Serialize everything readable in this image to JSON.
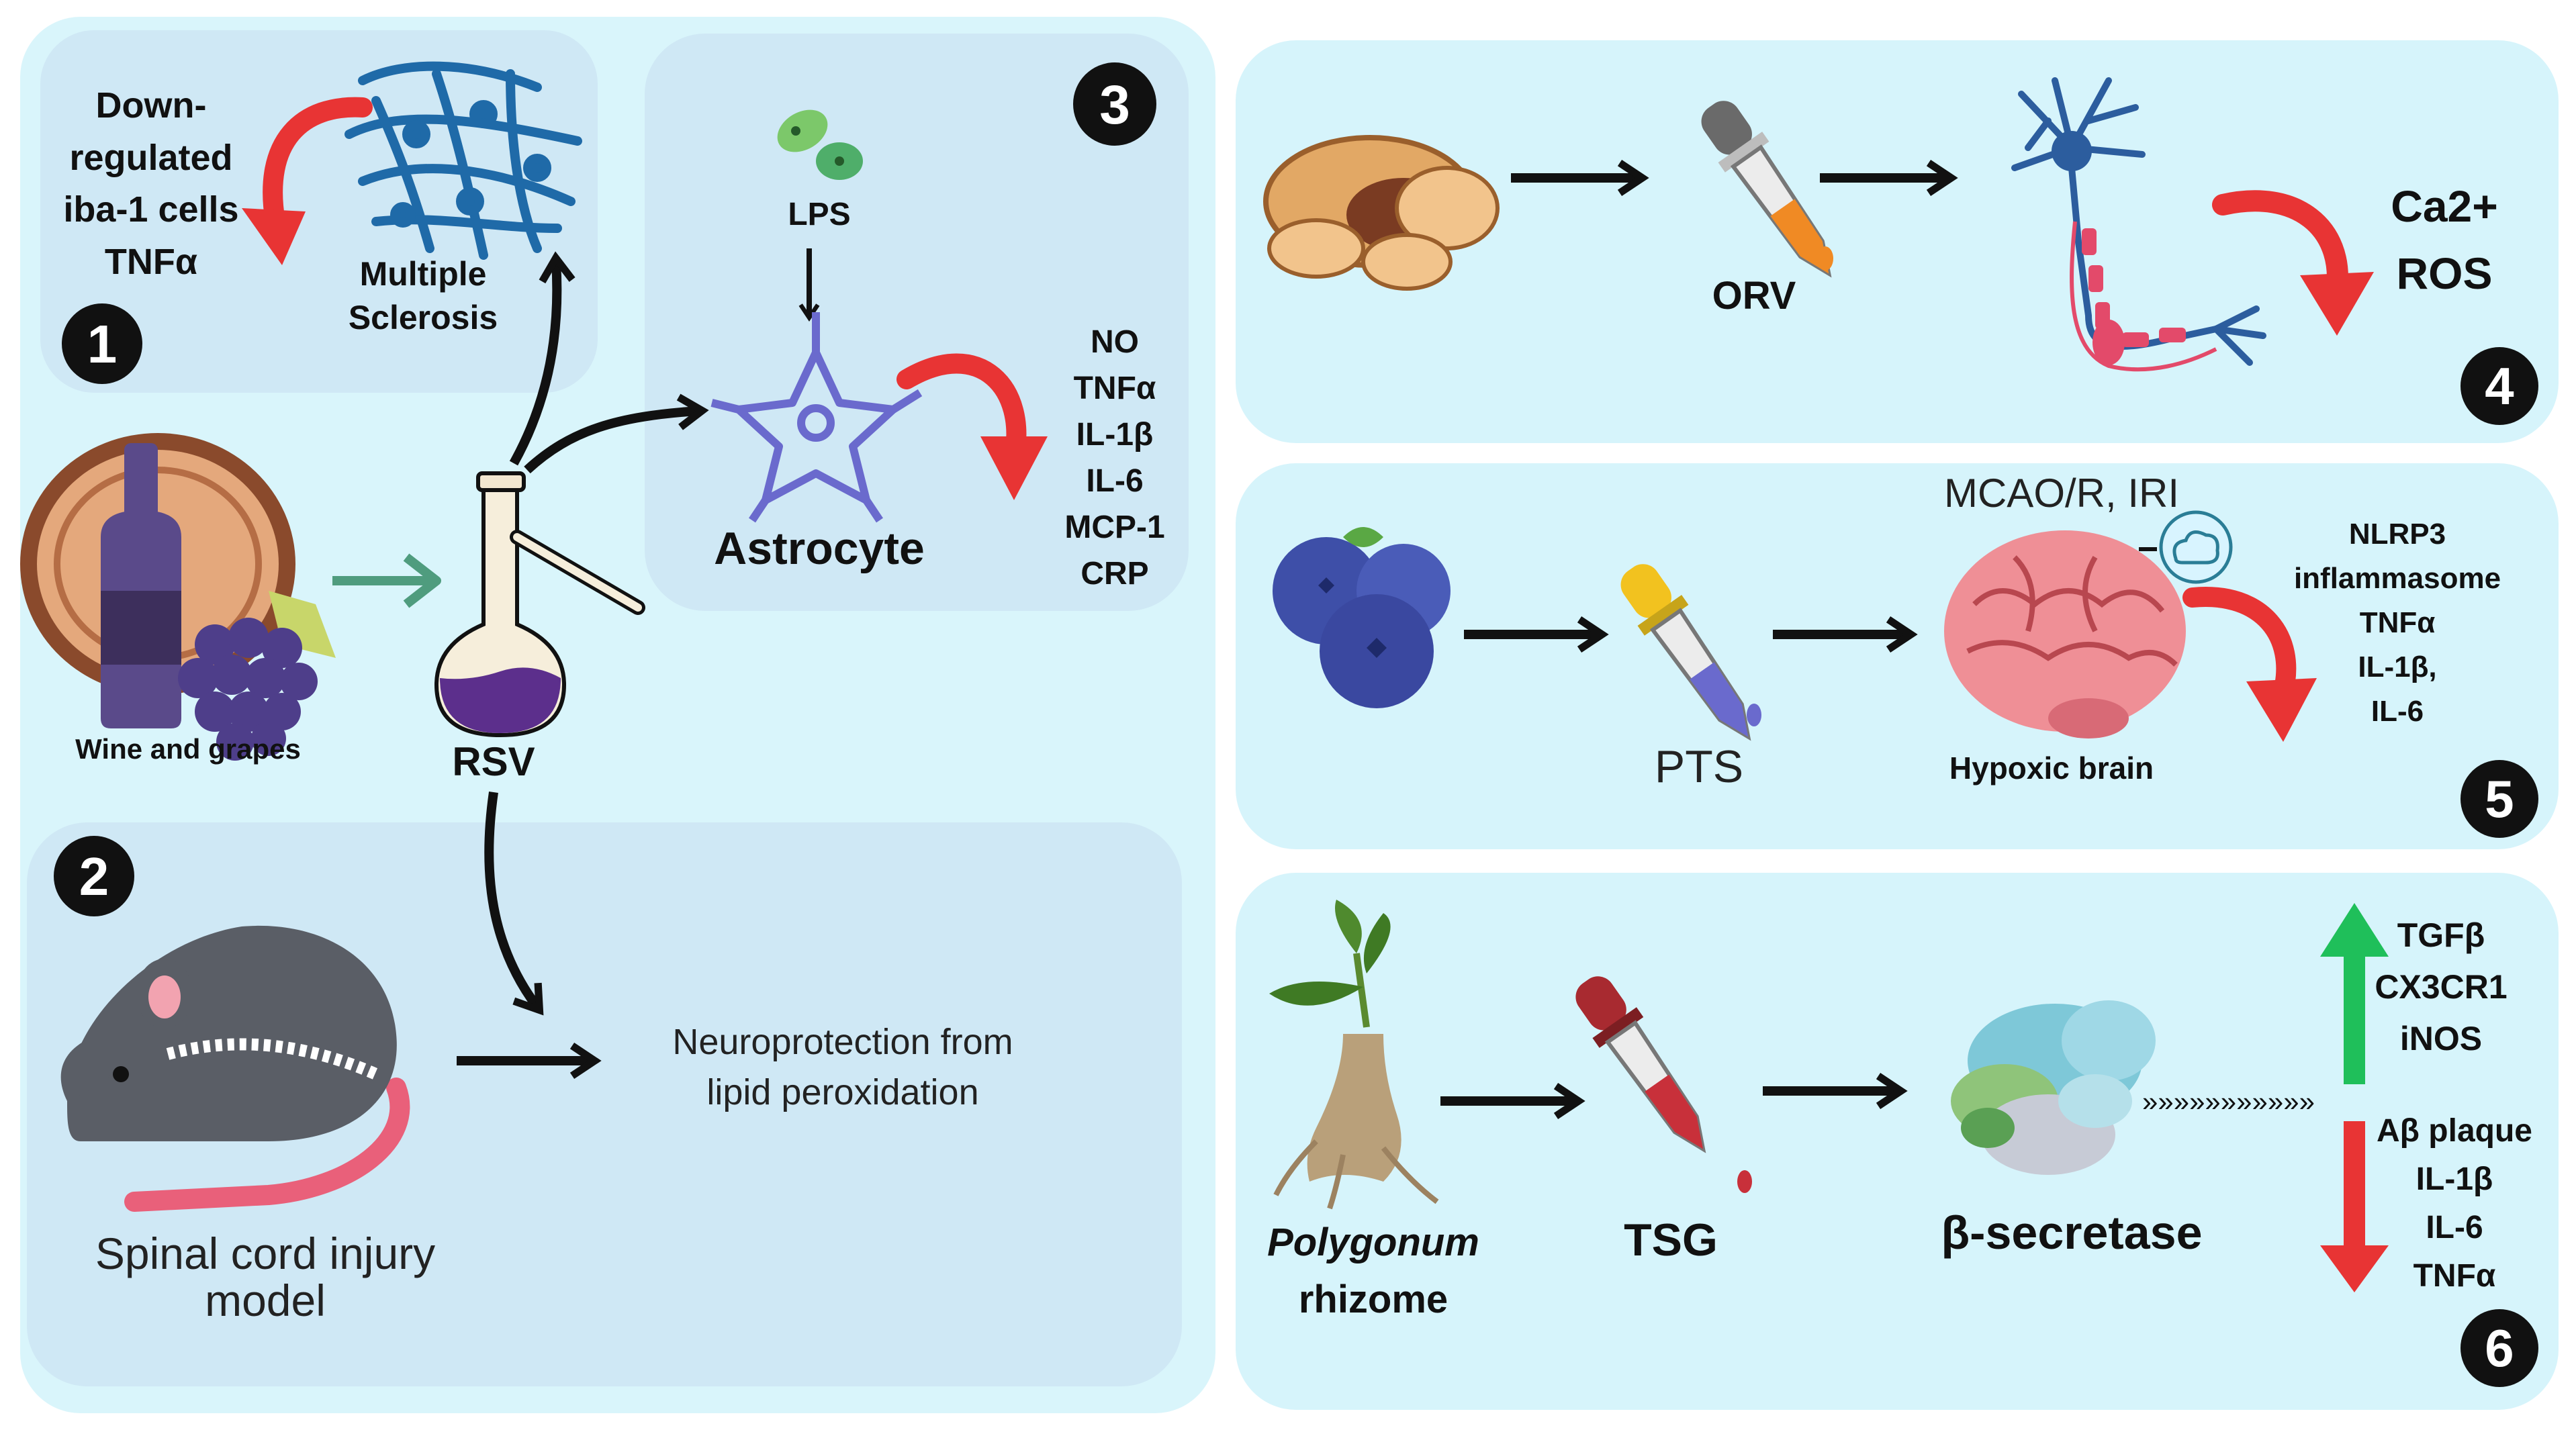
{
  "colors": {
    "left_bg": "#d9f5fb",
    "inner_panel": "#cfe8f5",
    "right_panel": "#d6f4fb",
    "arrow_black": "#111111",
    "arrow_red": "#e83434",
    "arrow_green": "#1fbf5a",
    "astrocyte": "#6a6acd",
    "flask_liquid": "#5c2f8c",
    "brain_pink": "#ef8f96"
  },
  "badges": [
    "1",
    "2",
    "3",
    "4",
    "5",
    "6"
  ],
  "panel1": {
    "effect_lines": [
      "Down-",
      "regulated",
      "iba-1 cells",
      "TNFα"
    ],
    "disease_lines": [
      "Multiple",
      "Sclerosis"
    ],
    "icons": [
      "neural-network-icon"
    ]
  },
  "source": {
    "label": "Wine and grapes",
    "icons": [
      "wine-barrel-icon",
      "wine-bottle-icon",
      "grapes-icon"
    ]
  },
  "compound": {
    "label": "RSV",
    "icons": [
      "flask-icon"
    ]
  },
  "panel2": {
    "model_lines": [
      "Spinal cord injury",
      "model"
    ],
    "outcome_lines": [
      "Neuroprotection from",
      "lipid peroxidation"
    ],
    "icons": [
      "rat-icon"
    ]
  },
  "panel3": {
    "stimulus": "LPS",
    "cell": "Astrocyte",
    "markers": [
      "NO",
      "TNFα",
      "IL-1β",
      "IL-6",
      "MCP-1",
      "CRP"
    ],
    "icons": [
      "bacteria-icon",
      "astrocyte-icon"
    ]
  },
  "panel4": {
    "compound": "ORV",
    "effects": [
      "Ca2+",
      "ROS"
    ],
    "icons": [
      "peanut-icon",
      "dropper-icon",
      "neuron-icon"
    ]
  },
  "panel5": {
    "compound": "PTS",
    "condition": "MCAO/R, IRI",
    "target": "Hypoxic brain",
    "markers": [
      "NLRP3",
      "inflammasome",
      "TNFα",
      "IL-1β,",
      "IL-6"
    ],
    "icons": [
      "blueberry-icon",
      "dropper-icon",
      "brain-icon",
      "oxygen-cloud-icon"
    ]
  },
  "panel6": {
    "source_lines": [
      "Polygonum",
      "rhizome"
    ],
    "compound": "TSG",
    "target": "β-secretase",
    "up_markers": [
      "TGFβ",
      "CX3CR1",
      "iNOS"
    ],
    "down_markers": [
      "Aβ plaque",
      "IL-1β",
      "IL-6",
      "TNFα"
    ],
    "chevrons": "»»»»»»»»»»»",
    "icons": [
      "root-plant-icon",
      "dropper-icon",
      "protein-structure-icon"
    ]
  }
}
